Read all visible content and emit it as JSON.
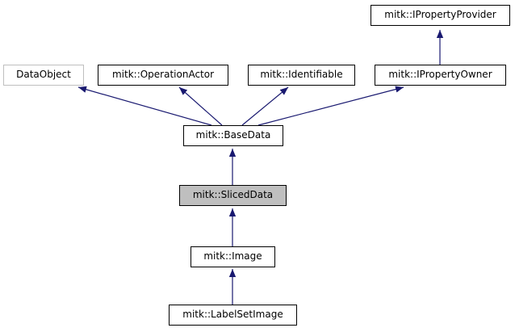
{
  "diagram": {
    "nodes": {
      "data_object": "DataObject",
      "operation_actor": "mitk::OperationActor",
      "identifiable": "mitk::Identifiable",
      "iproperty_owner": "mitk::IPropertyOwner",
      "iproperty_provider": "mitk::IPropertyProvider",
      "base_data": "mitk::BaseData",
      "sliced_data": "mitk::SlicedData",
      "image": "mitk::Image",
      "label_set_image": "mitk::LabelSetImage"
    },
    "colors": {
      "edge": "#191970",
      "node_border": "#000000",
      "external_border": "#bfbfbf",
      "current_fill": "#bfbfbf"
    }
  }
}
